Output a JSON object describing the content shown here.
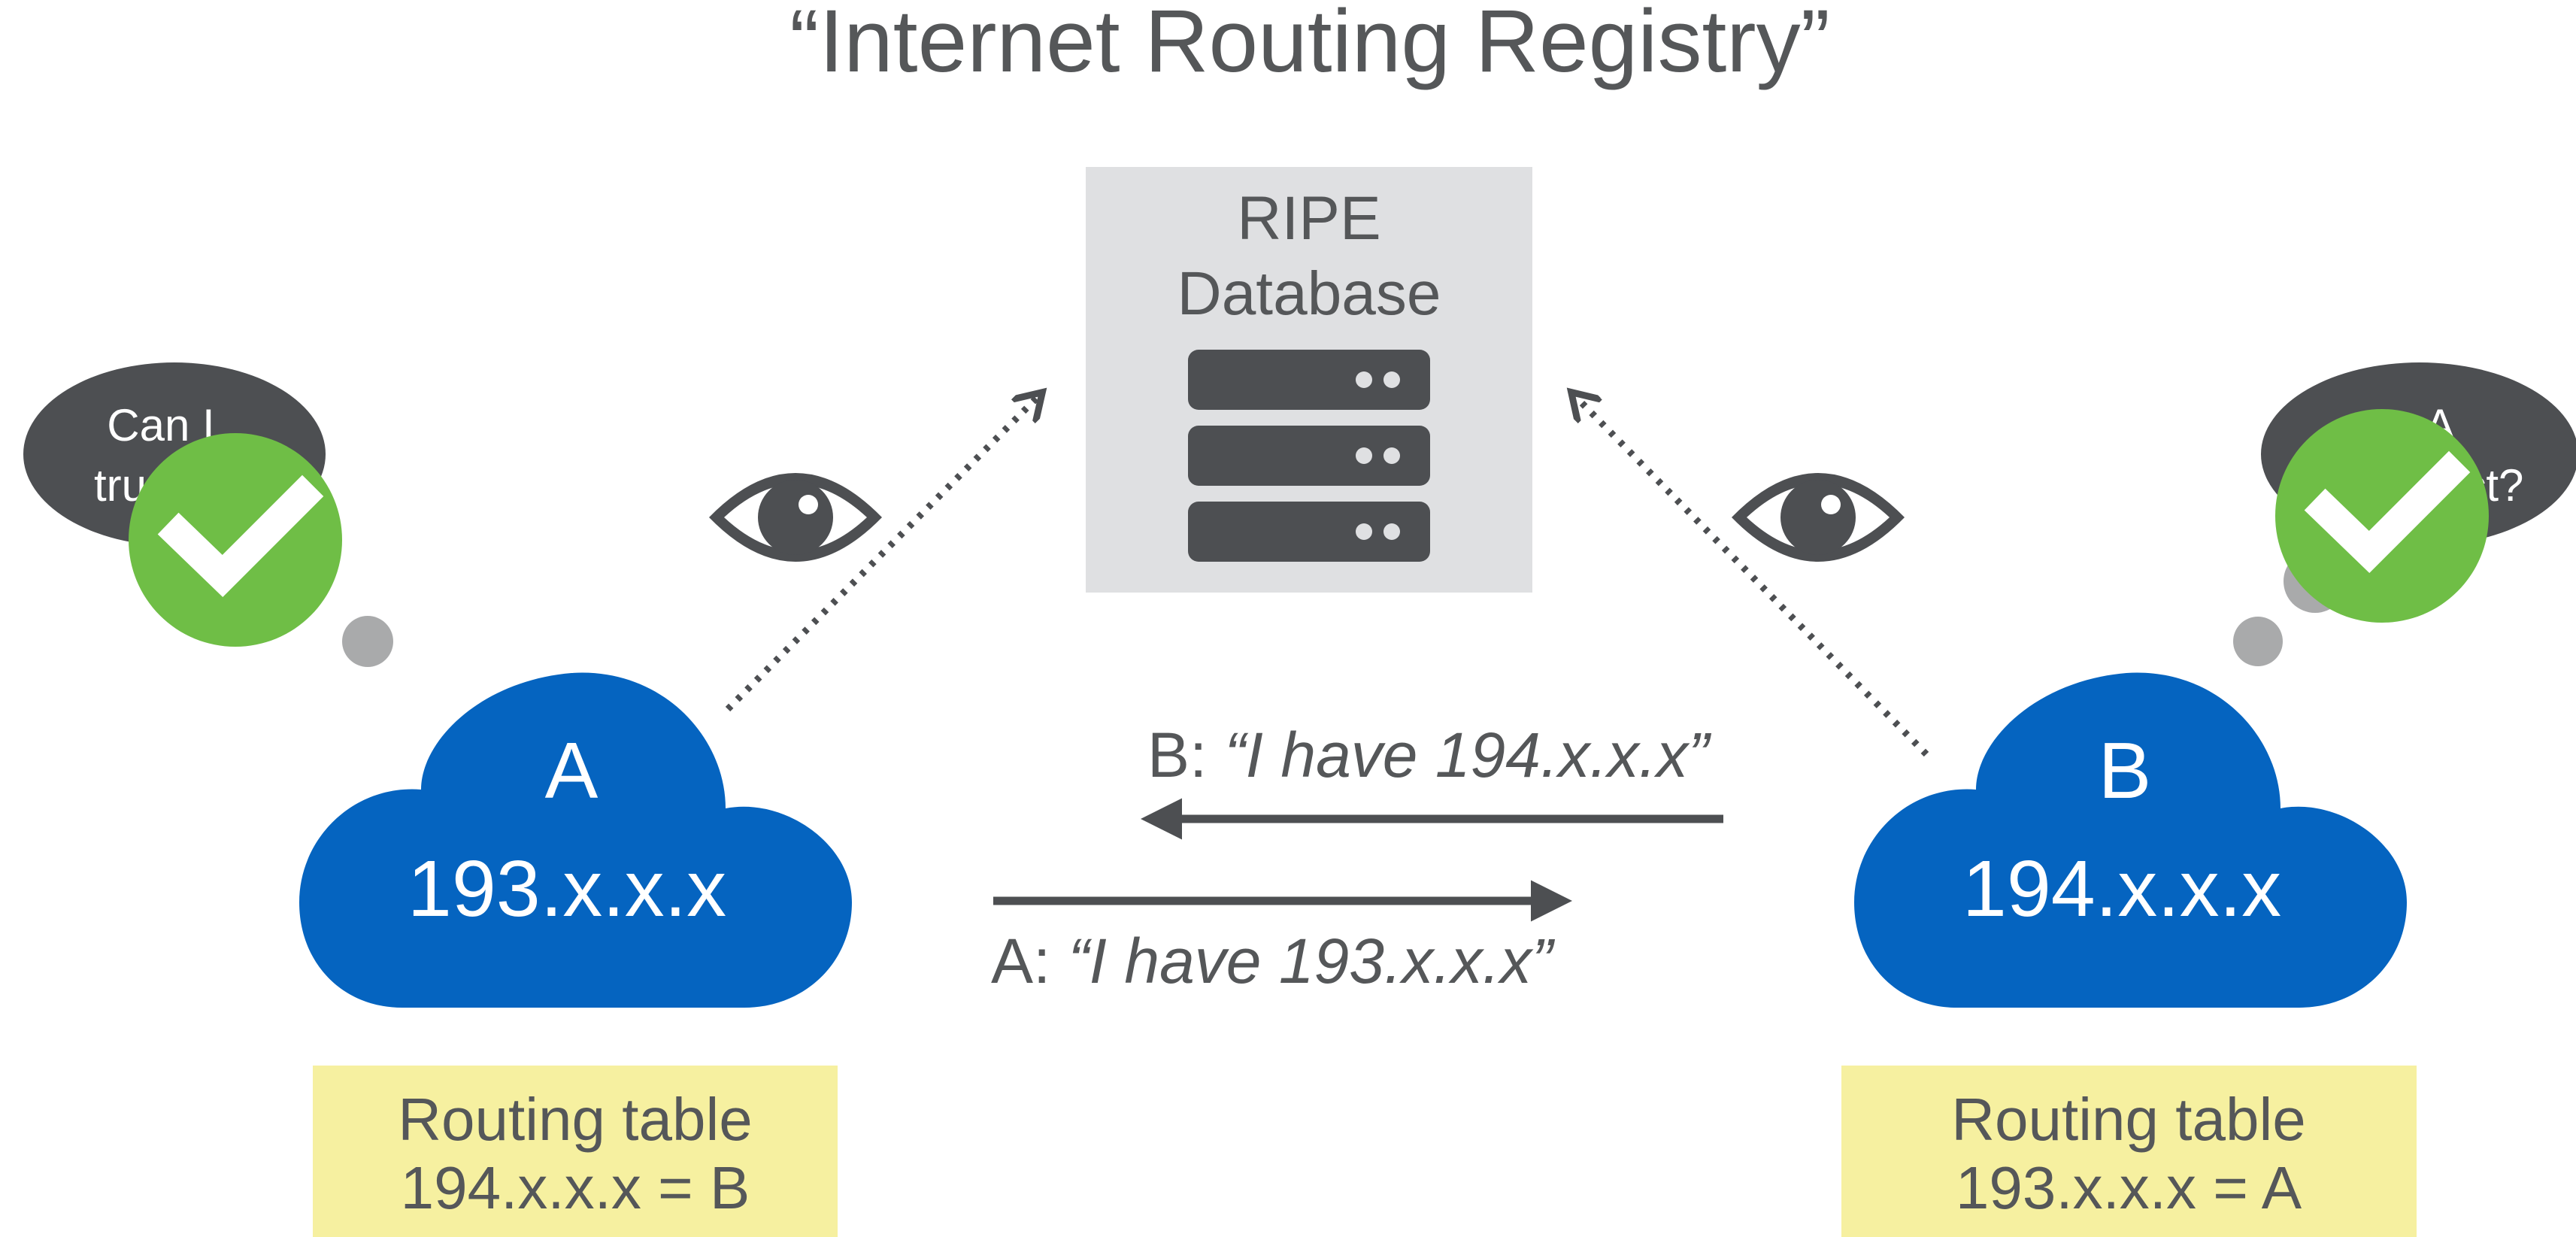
{
  "title": "“Internet Routing Registry”",
  "database": {
    "line1": "RIPE",
    "line2": "Database"
  },
  "network_a": {
    "name": "A",
    "prefix": "193.x.x.x",
    "thought_line1": "Can I",
    "thought_line2": "tru",
    "routing_table_label": "Routing table",
    "routing_table_entry": "194.x.x.x = B"
  },
  "network_b": {
    "name": "B",
    "prefix": "194.x.x.x",
    "thought_line1": "Is A",
    "thought_line2": "correct?",
    "routing_table_label": "Routing table",
    "routing_table_entry": "193.x.x.x = A"
  },
  "announcements": {
    "b_to_a_prefix": "B: ",
    "b_to_a_quote": "“I have 194.x.x.x”",
    "a_to_b_prefix": "A: ",
    "a_to_b_quote": "“I have 193.x.x.x”"
  },
  "icons": {
    "eye": "eye-icon",
    "server": "server-icon",
    "check": "checkmark-icon",
    "cloud": "cloud-icon"
  },
  "colors": {
    "text_gray": "#555759",
    "dark_gray": "#4d4f52",
    "database_box": "#dfe0e2",
    "cloud_blue": "#0564c0",
    "routing_box": "#f6f0a0",
    "check_green": "#6fbe46",
    "bubble_dot": "#a9aaab"
  }
}
